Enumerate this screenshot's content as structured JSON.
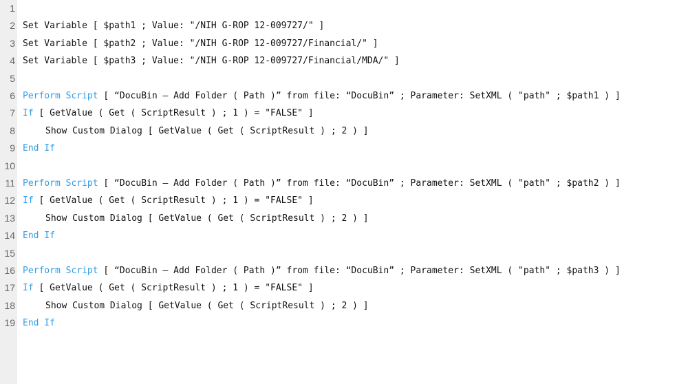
{
  "colors": {
    "keyword": "#2f9ce8",
    "gutter": "#efefef"
  },
  "lines": [
    {
      "n": "1",
      "kw": "",
      "text": "",
      "indent": false
    },
    {
      "n": "2",
      "kw": "",
      "text": "Set Variable [ $path1 ; Value: \"/NIH G-ROP 12-009727/\" ]",
      "indent": false
    },
    {
      "n": "3",
      "kw": "",
      "text": "Set Variable [ $path2 ; Value: \"/NIH G-ROP 12-009727/Financial/\" ]",
      "indent": false
    },
    {
      "n": "4",
      "kw": "",
      "text": "Set Variable [ $path3 ; Value: \"/NIH G-ROP 12-009727/Financial/MDA/\" ]",
      "indent": false
    },
    {
      "n": "5",
      "kw": "",
      "text": "",
      "indent": false
    },
    {
      "n": "6",
      "kw": "Perform Script",
      "text": " [ “DocuBin – Add Folder ( Path )” from file: “DocuBin” ; Parameter: SetXML ( \"path\" ; $path1 ) ]",
      "indent": false
    },
    {
      "n": "7",
      "kw": "If",
      "text": " [ GetValue ( Get ( ScriptResult ) ; 1 ) = \"FALSE\" ]",
      "indent": false
    },
    {
      "n": "8",
      "kw": "",
      "text": "Show Custom Dialog [ GetValue ( Get ( ScriptResult ) ; 2 ) ]",
      "indent": true
    },
    {
      "n": "9",
      "kw": "End If",
      "text": "",
      "indent": false
    },
    {
      "n": "10",
      "kw": "",
      "text": "",
      "indent": false
    },
    {
      "n": "11",
      "kw": "Perform Script",
      "text": " [ “DocuBin – Add Folder ( Path )” from file: “DocuBin” ; Parameter: SetXML ( \"path\" ; $path2 ) ]",
      "indent": false
    },
    {
      "n": "12",
      "kw": "If",
      "text": " [ GetValue ( Get ( ScriptResult ) ; 1 ) = \"FALSE\" ]",
      "indent": false
    },
    {
      "n": "13",
      "kw": "",
      "text": "Show Custom Dialog [ GetValue ( Get ( ScriptResult ) ; 2 ) ]",
      "indent": true
    },
    {
      "n": "14",
      "kw": "End If",
      "text": "",
      "indent": false
    },
    {
      "n": "15",
      "kw": "",
      "text": "",
      "indent": false
    },
    {
      "n": "16",
      "kw": "Perform Script",
      "text": " [ “DocuBin – Add Folder ( Path )” from file: “DocuBin” ; Parameter: SetXML ( \"path\" ; $path3 ) ]",
      "indent": false
    },
    {
      "n": "17",
      "kw": "If",
      "text": " [ GetValue ( Get ( ScriptResult ) ; 1 ) = \"FALSE\" ]",
      "indent": false
    },
    {
      "n": "18",
      "kw": "",
      "text": "Show Custom Dialog [ GetValue ( Get ( ScriptResult ) ; 2 ) ]",
      "indent": true
    },
    {
      "n": "19",
      "kw": "End If",
      "text": "",
      "indent": false
    }
  ]
}
